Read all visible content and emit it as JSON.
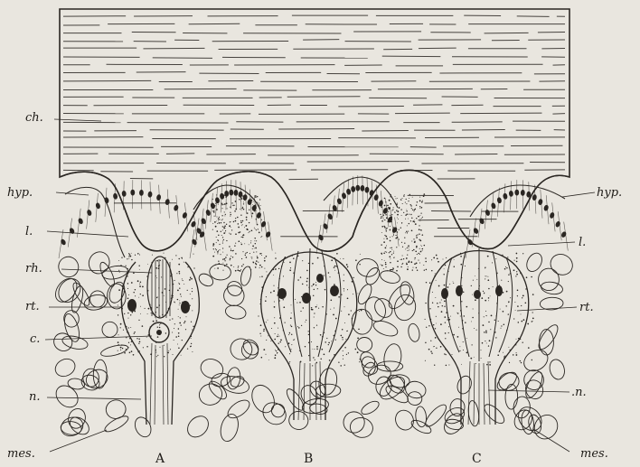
{
  "labels_left": {
    "ch": "ch.",
    "hyp": "hyp.",
    "l": "l.",
    "rh": "rh.",
    "rt": "rt.",
    "c": "c.",
    "n": "n.",
    "mes": "mes."
  },
  "labels_right": {
    "hyp": "hyp.",
    "l": "l.",
    "rt": "rt.",
    "n": ".n.",
    "mes": "mes."
  },
  "captions": {
    "a": "A",
    "b": "B",
    "c": "C"
  },
  "colors": {
    "ink": "#2a2622",
    "paper": "#e9e6df"
  }
}
